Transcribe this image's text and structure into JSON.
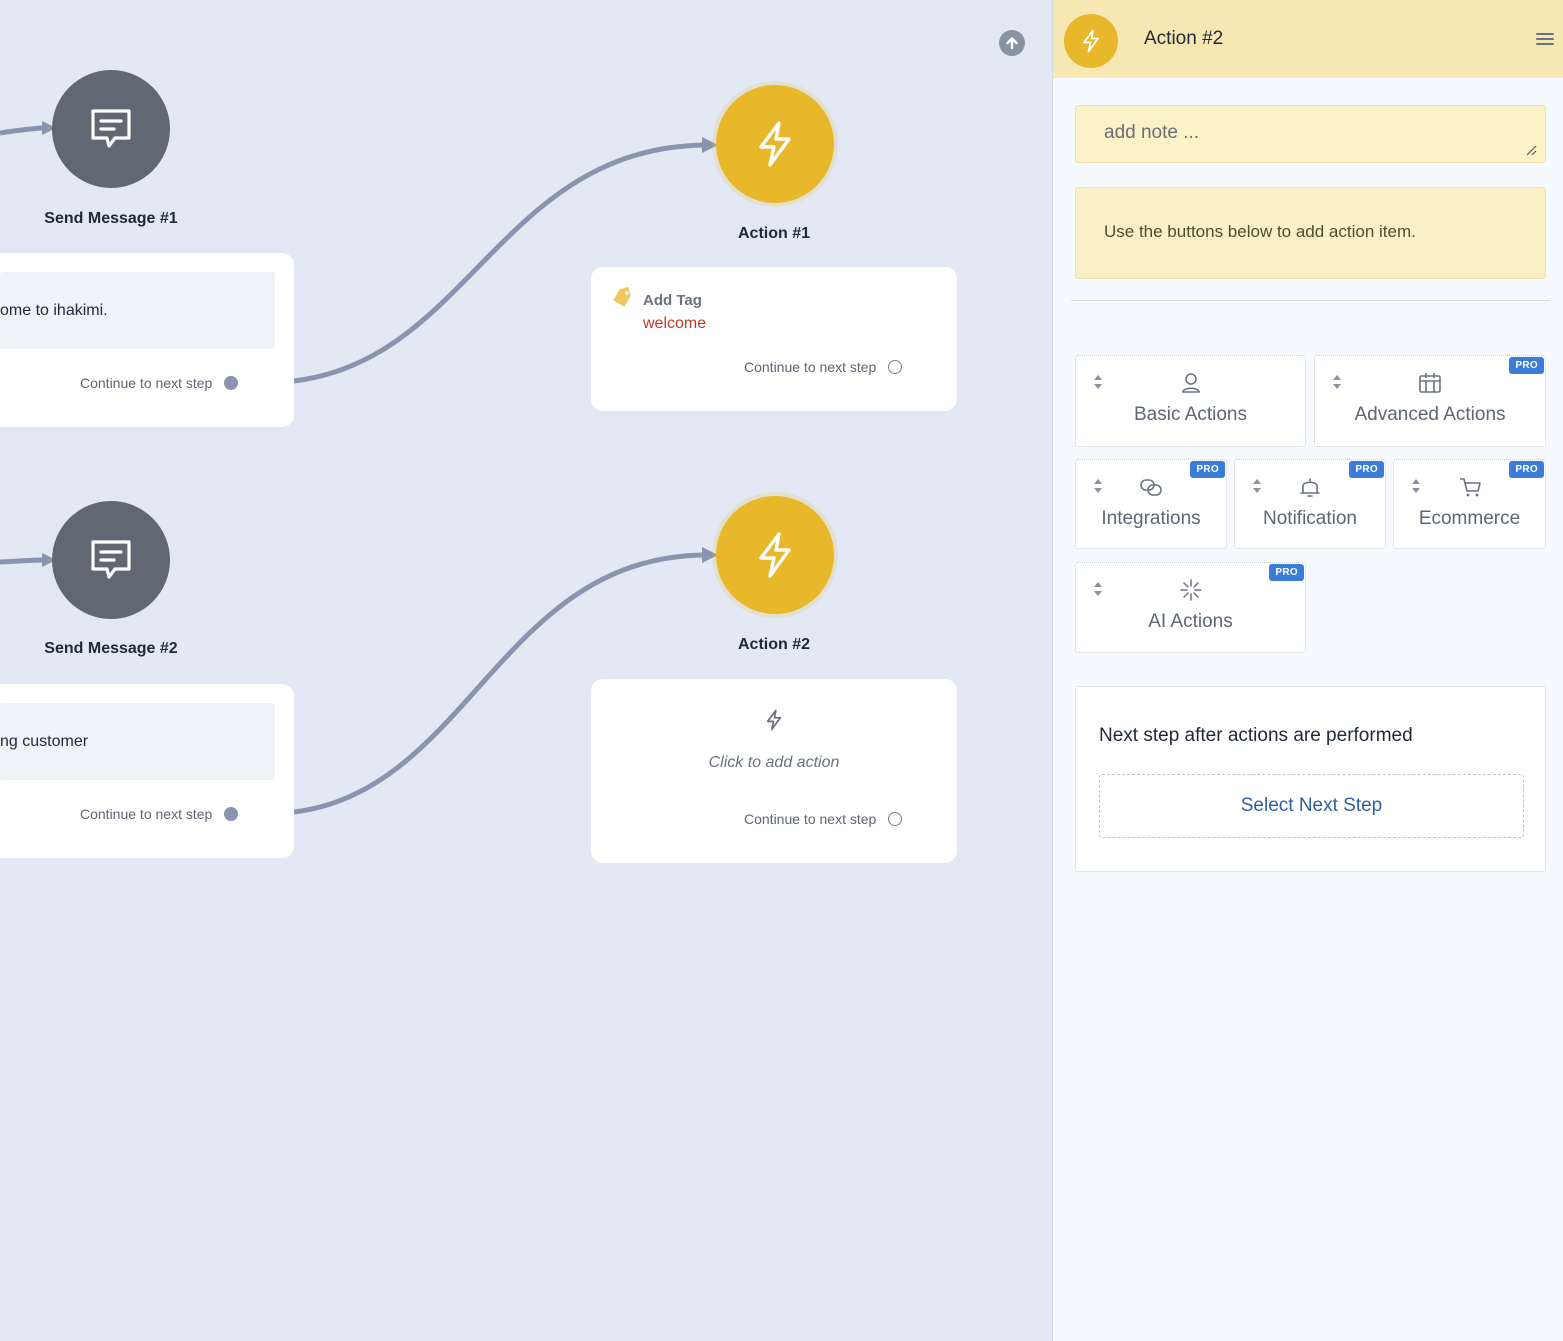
{
  "canvas": {
    "nodes": [
      {
        "title": "Send Message #1",
        "message": "ome to ihakimi.",
        "continue": "Continue to next step"
      },
      {
        "title": "Send Message #2",
        "message": "ng customer",
        "continue": "Continue to next step"
      }
    ],
    "actions": [
      {
        "title": "Action #1",
        "item_type": "Add Tag",
        "item_value": "welcome",
        "continue": "Continue to next step"
      },
      {
        "title": "Action #2",
        "placeholder": "Click to add action",
        "continue": "Continue to next step"
      }
    ],
    "icons": {
      "upload": "arrow-up-circle-icon",
      "message": "message-icon",
      "action": "lightning-icon",
      "tag": "tag-icon"
    }
  },
  "panel": {
    "title": "Action #2",
    "note_placeholder": "add note ...",
    "info_text": "Use the buttons below to add action item.",
    "tiles": [
      {
        "label": "Basic Actions",
        "pro": ""
      },
      {
        "label": "Advanced Actions",
        "pro": "PRO"
      },
      {
        "label": "Integrations",
        "pro": "PRO"
      },
      {
        "label": "Notification",
        "pro": "PRO"
      },
      {
        "label": "Ecommerce",
        "pro": "PRO"
      },
      {
        "label": "AI Actions",
        "pro": "PRO"
      }
    ],
    "next_step_title": "Next step after actions are performed",
    "next_step_button": "Select Next Step"
  },
  "colors": {
    "canvas_bg": "#e2e9f4",
    "action_yellow": "#e8b82a",
    "message_gray": "#5f6873",
    "link_color": "#8995ae",
    "pro_blue": "#3a7dd8",
    "tag_value_red": "#c0392b"
  }
}
